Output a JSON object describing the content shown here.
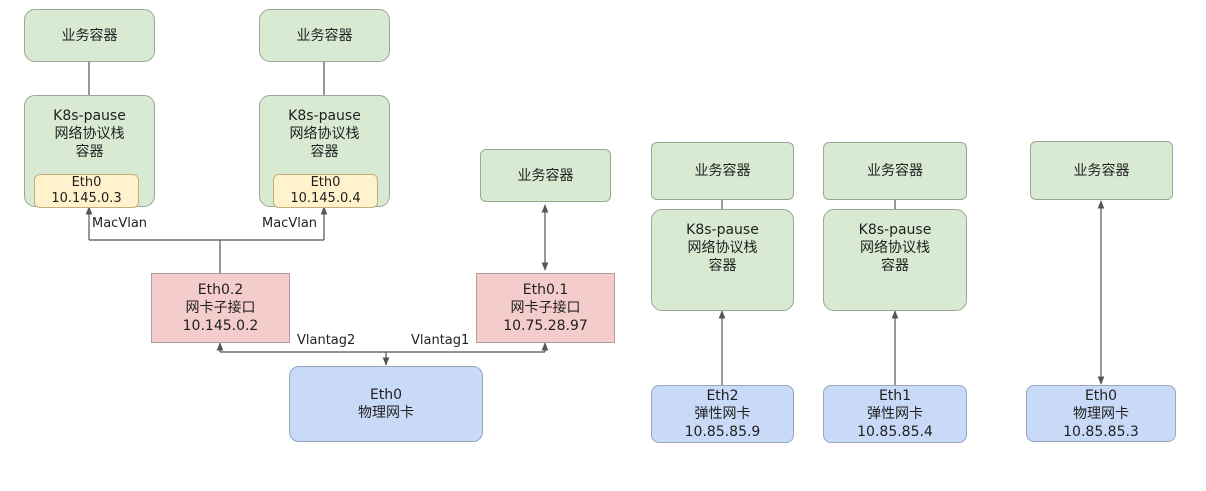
{
  "left": {
    "pod1": {
      "app": "业务容器",
      "pause": [
        "K8s-pause",
        "网络协议栈",
        "容器"
      ],
      "eth": [
        "Eth0",
        "10.145.0.3"
      ]
    },
    "pod2": {
      "app": "业务容器",
      "pause": [
        "K8s-pause",
        "网络协议栈",
        "容器"
      ],
      "eth": [
        "Eth0",
        "10.145.0.4"
      ]
    },
    "macvlan1": "MacVlan",
    "macvlan2": "MacVlan",
    "sub1": [
      "Eth0.2",
      "网卡子接口",
      "10.145.0.2"
    ],
    "app3": "业务容器",
    "sub2": [
      "Eth0.1",
      "网卡子接口",
      "10.75.28.97"
    ],
    "vlantag2": "Vlantag2",
    "vlantag1": "Vlantag1",
    "phys": [
      "Eth0",
      "物理网卡"
    ]
  },
  "right": {
    "pod_a": {
      "app": "业务容器",
      "pause": [
        "K8s-pause",
        "网络协议栈",
        "容器"
      ],
      "eni": [
        "Eth2",
        "弹性网卡",
        "10.85.85.9"
      ]
    },
    "pod_b": {
      "app": "业务容器",
      "pause": [
        "K8s-pause",
        "网络协议栈",
        "容器"
      ],
      "eni": [
        "Eth1",
        "弹性网卡",
        "10.85.85.4"
      ]
    },
    "pod_c": {
      "app": "业务容器",
      "phys": [
        "Eth0",
        "物理网卡",
        "10.85.85.3"
      ]
    }
  },
  "colors": {
    "container": "#d9ead3",
    "subinterface": "#f4cccc",
    "nic": "#c9daf8",
    "eth": "#fff2cc",
    "line": "#555555"
  }
}
